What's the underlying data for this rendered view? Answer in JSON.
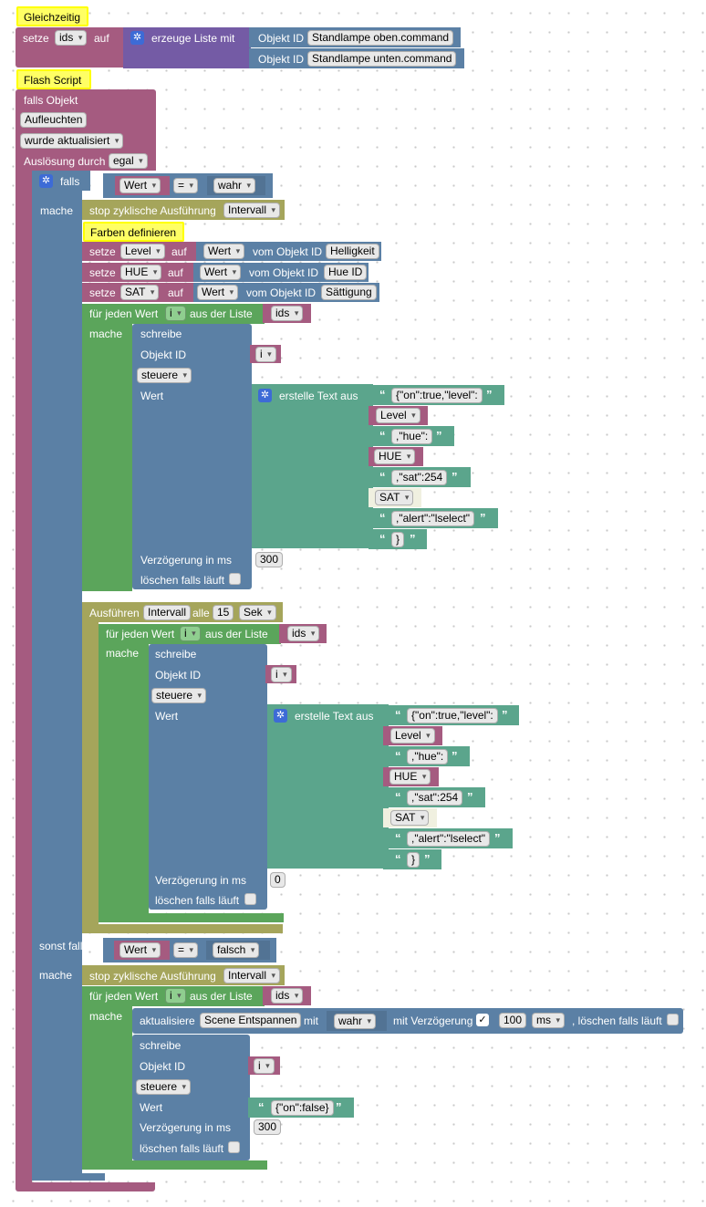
{
  "comment_gleichzeitig": "Gleichzeitig",
  "set_ids": {
    "setze": "setze",
    "var": "ids",
    "auf": "auf",
    "create_list": "erzeuge Liste mit",
    "objekt_id": "Objekt ID",
    "id1": "Standlampe oben.command",
    "id2": "Standlampe unten.command"
  },
  "comment_flash": "Flash Script",
  "trigger": {
    "falls_objekt": "falls Objekt",
    "object": "Aufleuchten",
    "event": "wurde aktualisiert",
    "ausloesung": "Auslösung durch",
    "egal": "egal"
  },
  "if1": {
    "falls": "falls",
    "wert": "Wert",
    "eq": "=",
    "wahr": "wahr",
    "mache": "mache"
  },
  "stop1": {
    "label": "stop zyklische Ausführung",
    "intervall": "Intervall"
  },
  "comment_farben": "Farben definieren",
  "setvars": [
    {
      "setze": "setze",
      "var": "Level",
      "auf": "auf",
      "wert": "Wert",
      "vom": "vom Objekt ID",
      "obj": "Helligkeit"
    },
    {
      "setze": "setze",
      "var": "HUE",
      "auf": "auf",
      "wert": "Wert",
      "vom": "vom Objekt ID",
      "obj": "Hue ID"
    },
    {
      "setze": "setze",
      "var": "SAT",
      "auf": "auf",
      "wert": "Wert",
      "vom": "vom Objekt ID",
      "obj": "Sättigung"
    }
  ],
  "foreach": {
    "label": "für jeden Wert",
    "var": "i",
    "aus": "aus der Liste",
    "list": "ids",
    "mache": "mache"
  },
  "write": {
    "schreibe": "schreibe",
    "objekt_id": "Objekt ID",
    "i": "i",
    "steuere": "steuere",
    "wert": "Wert",
    "delay_label": "Verzögerung in ms",
    "delay1": "300",
    "delay2": "0",
    "delay3": "300",
    "clear": "löschen falls läuft"
  },
  "text": {
    "create": "erstelle Text aus",
    "s1": "{\"on\":true,\"level\":",
    "level": "Level",
    "s2": ",\"hue\":",
    "hue": "HUE",
    "s3": ",\"sat\":254",
    "sat": "SAT",
    "s4": ",\"alert\":\"lselect\"",
    "s5": "}",
    "off": "{\"on\":false}"
  },
  "interval": {
    "ausfuehren": "Ausführen",
    "name": "Intervall",
    "alle": "alle",
    "n": "15",
    "unit": "Sek"
  },
  "else": {
    "sonst_falls": "sonst falls",
    "wert": "Wert",
    "eq": "=",
    "falsch": "falsch",
    "mache": "mache"
  },
  "scene": {
    "aktualisiere": "aktualisiere",
    "name": "Scene Entspannen",
    "mit": "mit",
    "wahr": "wahr",
    "mit_verz": "mit Verzögerung",
    "check": "✓",
    "ms_val": "100",
    "ms": "ms",
    "clear": ", löschen falls läuft"
  }
}
